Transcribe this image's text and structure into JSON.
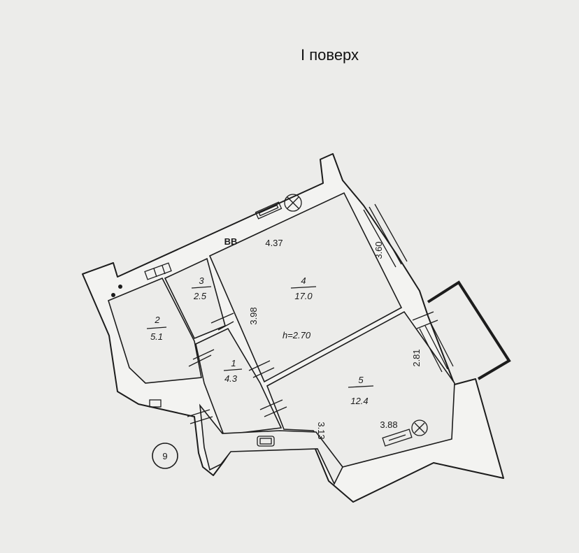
{
  "title": "I  поверх",
  "rooms": [
    {
      "number": "1",
      "area": "4.3"
    },
    {
      "number": "2",
      "area": "5.1"
    },
    {
      "number": "3",
      "area": "2.5"
    },
    {
      "number": "4",
      "area": "17.0"
    },
    {
      "number": "5",
      "area": "12.4"
    }
  ],
  "dimensions": [
    "4.37",
    "3.60",
    "3.98",
    "2.81",
    "3.13",
    "3.88"
  ],
  "ceiling_height": "h=2.70",
  "apartment_number": "9",
  "mark": "BB"
}
